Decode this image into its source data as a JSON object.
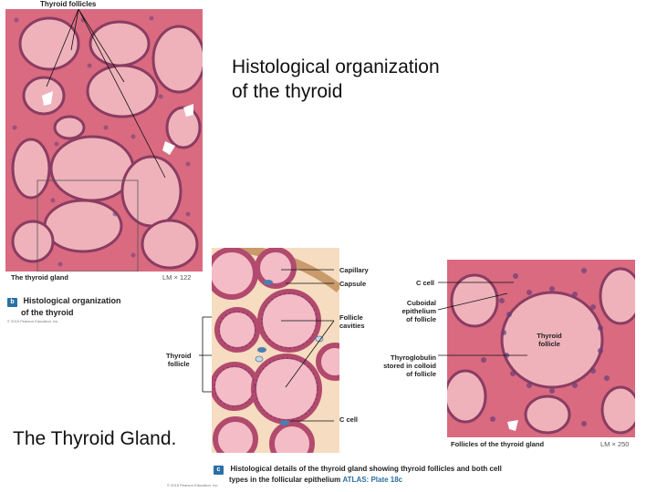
{
  "slide": {
    "title_line1": "Histological organization",
    "title_line2": "of the thyroid",
    "footer": "The Thyroid Gland."
  },
  "panel_b": {
    "top_label": "Thyroid follicles",
    "bar_left": "The thyroid gland",
    "bar_right": "LM × 122",
    "badge": "b",
    "caption_line1": "Histological organization",
    "caption_line2": "of the thyroid",
    "copyright": "© 2015 Pearson Education, Inc."
  },
  "panel_diagram": {
    "labels": {
      "capillary": "Capillary",
      "capsule": "Capsule",
      "follicle_cavities_1": "Follicle",
      "follicle_cavities_2": "cavities",
      "thyroid_follicle_1": "Thyroid",
      "thyroid_follicle_2": "follicle",
      "c_cell": "C cell"
    }
  },
  "panel_c": {
    "labels": {
      "c_cell": "C cell",
      "cuboidal_1": "Cuboidal",
      "cuboidal_2": "epithelium",
      "cuboidal_3": "of follicle",
      "thyroglobulin_1": "Thyroglobulin",
      "thyroglobulin_2": "stored in colloid",
      "thyroglobulin_3": "of follicle",
      "thyroid_follicle_1": "Thyroid",
      "thyroid_follicle_2": "follicle"
    },
    "bar_left": "Follicles of the thyroid gland",
    "bar_right": "LM × 250",
    "badge": "c",
    "caption_line1": "Histological details of the thyroid gland showing thyroid follicles and both cell",
    "caption_line2": "types in the follicular epithelium",
    "atlas": "ATLAS: Plate 18c",
    "copyright": "© 2015 Pearson Education, Inc."
  },
  "colors": {
    "tissue": "#d96a80",
    "colloid": "#efb2ba",
    "nuclei": "#6a3d78",
    "badge": "#2a6fa5"
  }
}
